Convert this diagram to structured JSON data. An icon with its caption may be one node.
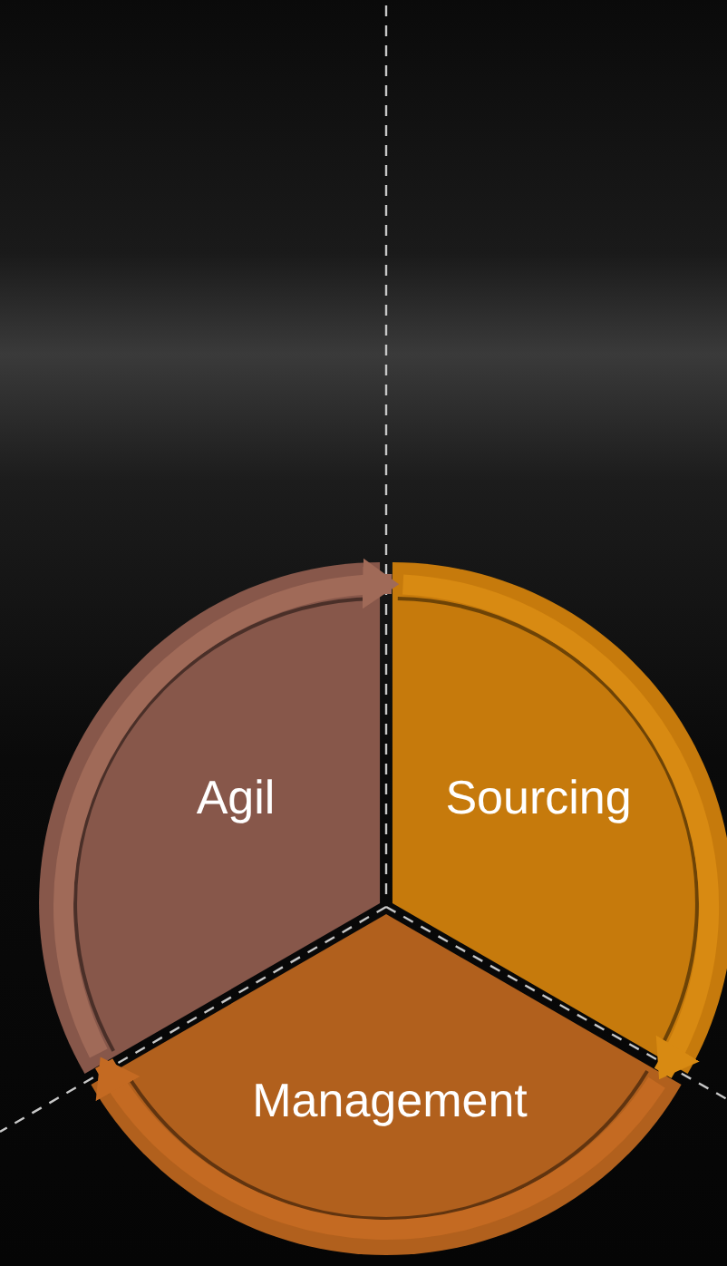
{
  "diagram": {
    "nodes": [
      {
        "text": [
          "Agil"
        ]
      },
      {
        "text": [
          "Sourcing"
        ]
      },
      {
        "text": [
          "Management"
        ]
      }
    ],
    "edges": [
      {
        "from": 0,
        "to": 1,
        "arrow": "to",
        "color": "#a06a58"
      },
      {
        "from": 1,
        "to": 2,
        "arrow": "to",
        "color": "#d88a12"
      },
      {
        "from": 2,
        "to": 0,
        "arrow": "to",
        "color": "#c46a22"
      }
    ]
  }
}
